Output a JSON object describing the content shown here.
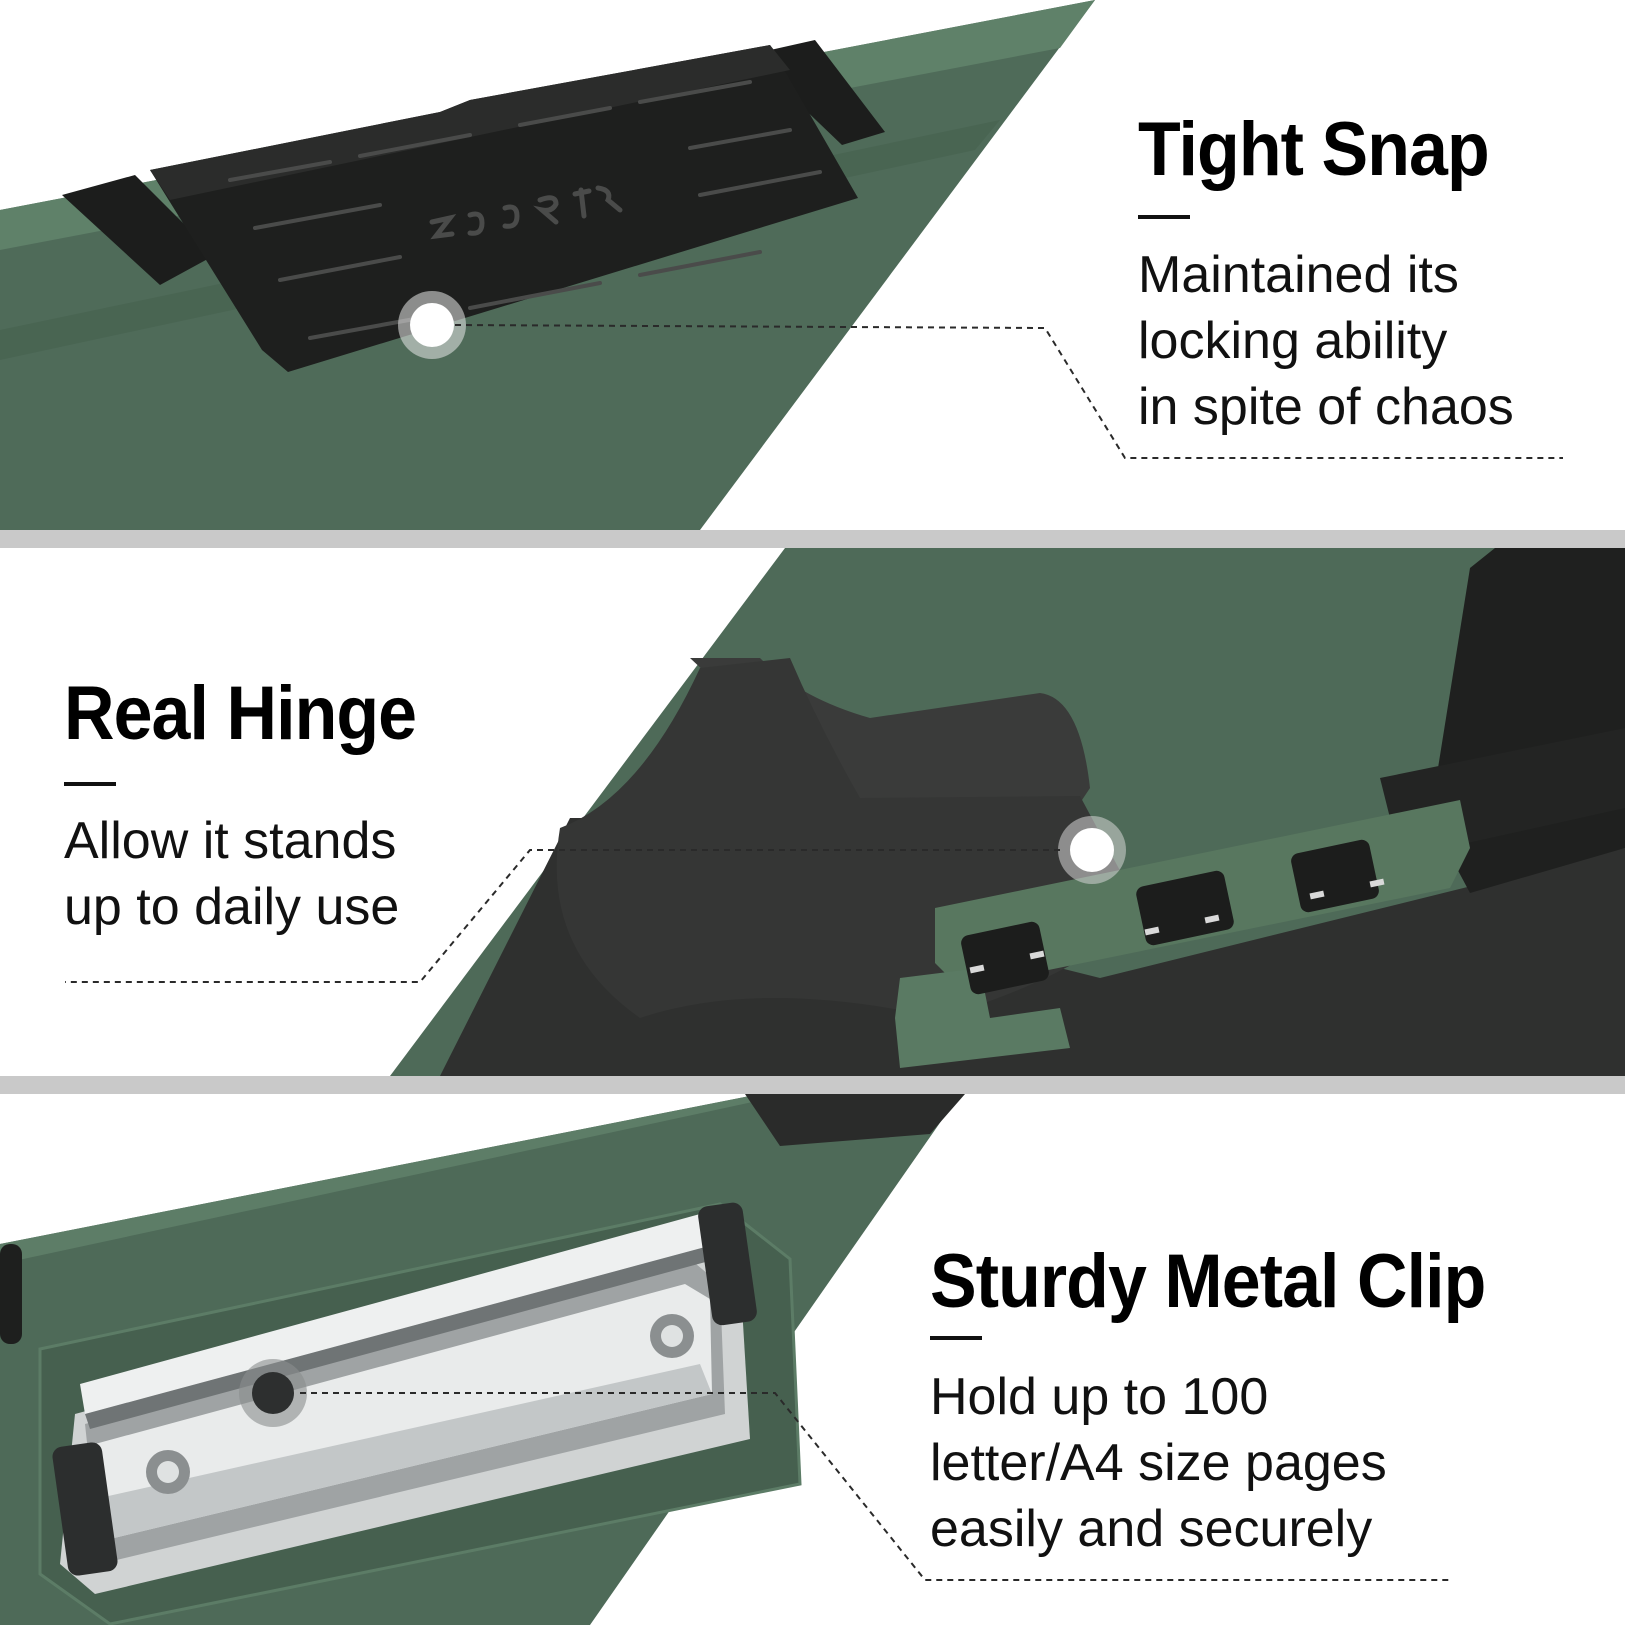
{
  "features": [
    {
      "title": "Tight Snap",
      "lines": [
        "Maintained its",
        "locking ability",
        "in spite of chaos"
      ]
    },
    {
      "title": "Real Hinge",
      "lines": [
        "Allow it stands",
        "up to daily use"
      ]
    },
    {
      "title": "Sturdy Metal Clip",
      "lines": [
        "Hold up to 100",
        "letter/A4 size pages",
        "easily and securely"
      ]
    }
  ],
  "logo_text": "ZOOSR",
  "colors": {
    "board_green": "#4f6b59",
    "board_green_light": "#5e7f69",
    "black_part": "#1c1d1c",
    "dark_gray": "#3a3b3a",
    "separator": "#c9c9c9",
    "text": "#111111"
  }
}
